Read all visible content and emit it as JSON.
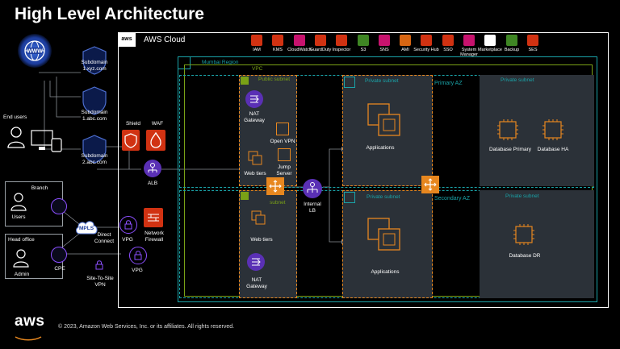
{
  "title": "High Level Architecture",
  "aws_cloud": "AWS Cloud",
  "region": "Mumbai Region",
  "vpc": "VPC",
  "zones": {
    "primary": "Primary AZ",
    "secondary": "Secondary AZ"
  },
  "services": [
    {
      "label": "IAM",
      "color": "#d13212"
    },
    {
      "label": "KMS",
      "color": "#d13212"
    },
    {
      "label": "CloudWatch",
      "color": "#c7136e"
    },
    {
      "label": "GuardDuty",
      "color": "#d13212"
    },
    {
      "label": "Inspector",
      "color": "#d13212"
    },
    {
      "label": "S3",
      "color": "#3f8624"
    },
    {
      "label": "SNS",
      "color": "#c7136e"
    },
    {
      "label": "AMI",
      "color": "#d86613"
    },
    {
      "label": "Security Hub",
      "color": "#d13212"
    },
    {
      "label": "SSO",
      "color": "#d13212"
    },
    {
      "label": "System Manager",
      "color": "#c7136e"
    },
    {
      "label": "Marketplace",
      "color": "#ffffff"
    },
    {
      "label": "Backup",
      "color": "#3f8624"
    },
    {
      "label": "SES",
      "color": "#d13212"
    }
  ],
  "left": {
    "subdomains": [
      "Subdomain 1.xyz.com",
      "Subdomain 1.abc.com",
      "Subdomain 2.abc.com"
    ],
    "end_users": "End users",
    "shield": "Shield",
    "waf": "WAF",
    "alb": "ALB",
    "branch": "Branch",
    "users": "Users",
    "head_office": "Head office",
    "admin": "Admin",
    "mpls": "MPLS",
    "direct_connect": "Direct Connect",
    "vpg1": "VPG",
    "vpg2": "VPG",
    "cpe": "CPE",
    "network_firewall": "Network Firewall",
    "site_to_site_vpn": "Site-To-Site VPN"
  },
  "public_subnet": {
    "label": "Public subnet",
    "nat_gateway": "NAT Gateway",
    "open_vpn": "Open VPN",
    "web_tiers": "Web tiers",
    "jump_server": "Jump Server"
  },
  "subnet2": {
    "label": "subnet",
    "web_tiers": "Web tiers",
    "nat_gateway": "NAT Gateway"
  },
  "internal_lb": "Internal LB",
  "private_subnets": {
    "p1": "Private subnet",
    "p2": "Private subnet",
    "p3": "Private subnet",
    "p4": "Private subnet"
  },
  "applications1": "Applications",
  "applications2": "Applications",
  "db_primary": "Database Primary",
  "db_ha": "Database HA",
  "db_dr": "Database DR",
  "footer": {
    "logo": "aws",
    "copyright": "© 2023, Amazon Web Services, Inc. or its affiliates. All rights reserved."
  },
  "colors": {
    "teal": "#1aa3a8",
    "green": "#7aa116",
    "orange": "#e7871f",
    "panel": "#2b3138"
  }
}
